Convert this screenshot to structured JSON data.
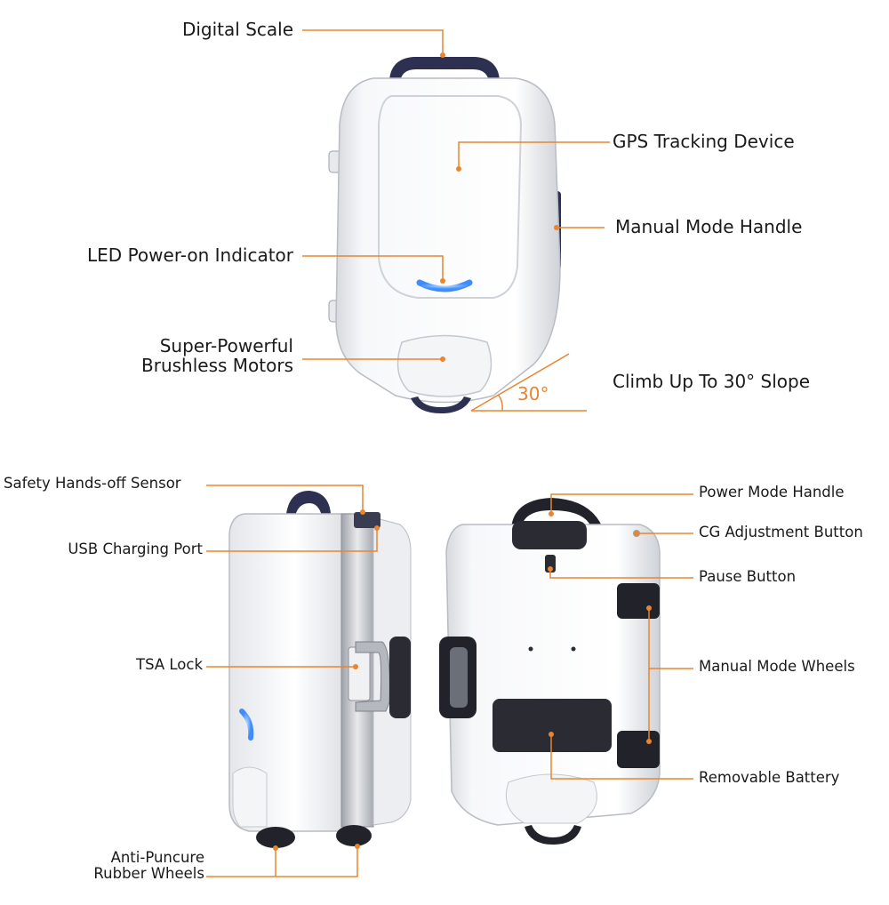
{
  "colors": {
    "leader_line": "#e8852f",
    "case_white": "#f2f3f5",
    "case_shadow": "#c9ccd2",
    "handle_navy": "#2e3052",
    "frame_silver": "#c5c8cc",
    "led_blue": "#3f8cff",
    "wheel_dark": "#22222a"
  },
  "top_view": {
    "digital_scale": "Digital Scale",
    "gps_tracking": "GPS Tracking  Device",
    "manual_mode_handle": "Manual Mode Handle",
    "led_indicator": "LED Power-on Indicator",
    "motors_line1": "Super-Powerful",
    "motors_line2": "Brushless Motors",
    "slope_angle": "30°",
    "climb_slope": "Climb Up To 30° Slope"
  },
  "side_view": {
    "safety_sensor": "Safety Hands-off Sensor",
    "usb_port": "USB Charging Port",
    "tsa_lock": "TSA Lock",
    "wheels_line1": "Anti-Puncure",
    "wheels_line2": "Rubber Wheels"
  },
  "back_view": {
    "power_handle": "Power Mode Handle",
    "cg_button": "CG Adjustment Button",
    "pause_button": "Pause Button",
    "manual_wheels": "Manual Mode Wheels",
    "battery": "Removable Battery"
  }
}
